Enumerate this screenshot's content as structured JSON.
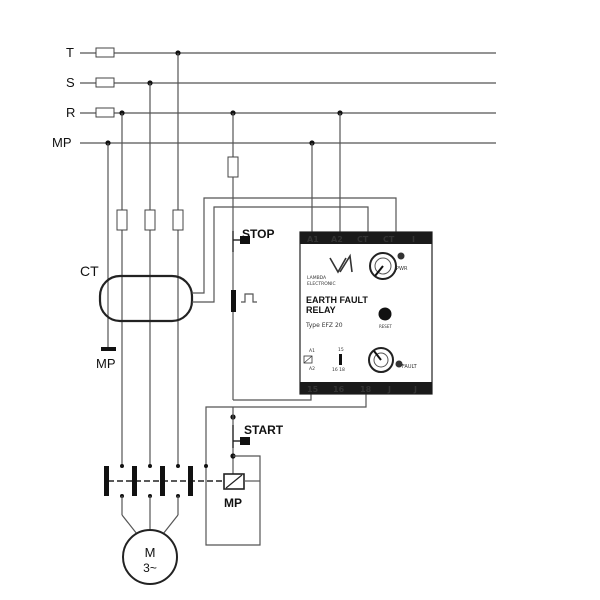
{
  "lines": {
    "t": "T",
    "s": "S",
    "r": "R",
    "mp": "MP"
  },
  "ct_label": "CT",
  "ground_label": "MP",
  "stop_label": "STOP",
  "start_label": "START",
  "contactor_label": "MP",
  "motor": {
    "line1": "M",
    "line2": "3~"
  },
  "relay": {
    "top_terminals": [
      "A1",
      "A2",
      "CT",
      "CT",
      "I"
    ],
    "bottom_terminals": [
      "15",
      "16",
      "18",
      "J",
      "J"
    ],
    "brand_line1": "LAMBDA",
    "brand_line2": "ELECTRONIC",
    "title_line1": "EARTH FAULT",
    "title_line2": "RELAY",
    "type": "Type EFZ 20",
    "pwr_label": "PWR",
    "reset_label": "RESET",
    "fault_label": "FAULT",
    "legend_a1": "A1",
    "legend_a2": "A2",
    "legend_15": "15",
    "legend_1618": "16  18"
  },
  "colors": {
    "wire": "#555555",
    "relay_bar": "#1a1a1a",
    "ink": "#111111"
  }
}
